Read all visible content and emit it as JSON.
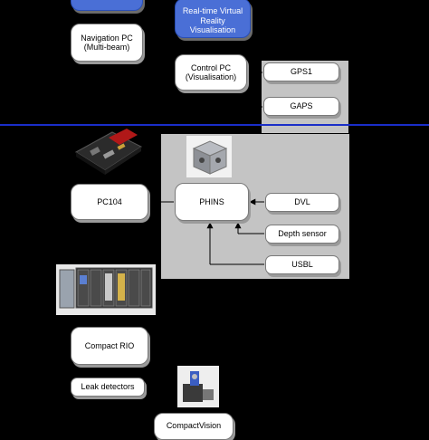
{
  "nodes": {
    "top_left_partial": "",
    "navigation_pc": "Navigation PC\n(Multi-beam)",
    "vr_visualisation": "Real-time Virtual\nReality\nVisualisation",
    "control_pc": "Control PC\n(Visualisation)",
    "gps1": "GPS1",
    "gaps": "GAPS",
    "pc104": "PC104",
    "phins": "PHINS",
    "dvl": "DVL",
    "depth_sensor": "Depth sensor",
    "usbl": "USBL",
    "compact_rio": "Compact RIO",
    "leak_detectors": "Leak detectors",
    "compact_vision": "CompactVision"
  },
  "colors": {
    "background": "#000000",
    "box_fill": "#ffffff",
    "accent_box": "#4a6fd6",
    "panel": "#c4c4c4",
    "divider": "#1a2ec8"
  },
  "icons": {
    "pc104_photo": "circuit-board-icon",
    "phins_photo": "inertial-unit-icon",
    "compact_rio_photo": "rack-modules-icon",
    "compact_vision_photo": "camera-device-icon"
  }
}
